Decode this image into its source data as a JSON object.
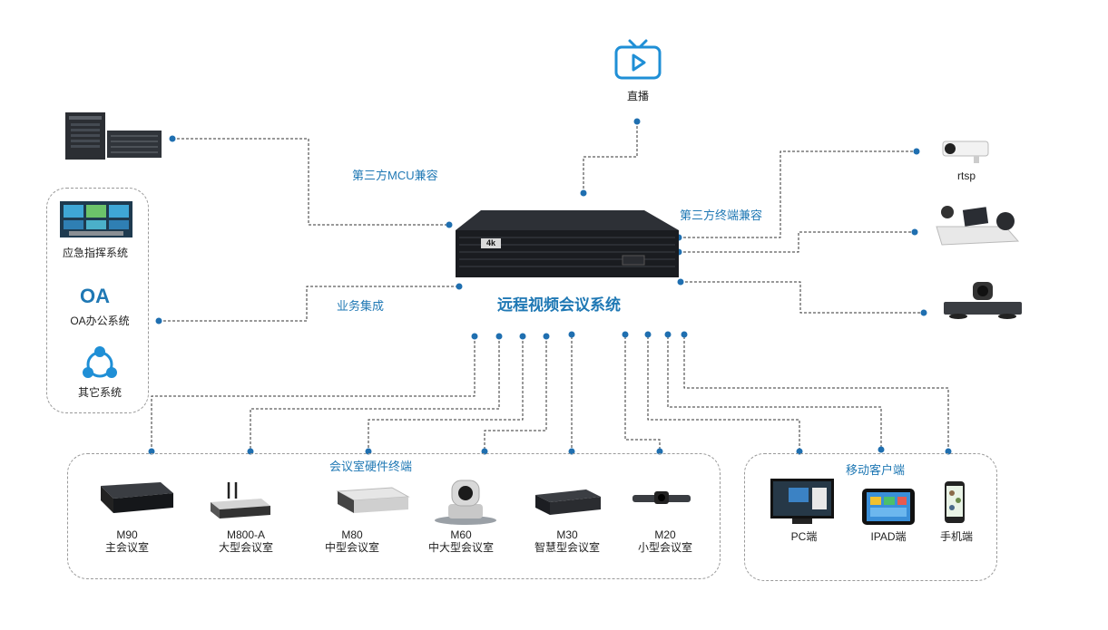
{
  "colors": {
    "accent": "#1f78b4",
    "line": "#333333",
    "box_border": "#9a9a9a"
  },
  "center": {
    "title": "远程视频会议系统",
    "badge": "4k"
  },
  "top": {
    "live_label": "直播"
  },
  "links": {
    "mcu": "第三方MCU兼容",
    "terminal": "第三方终端兼容",
    "business": "业务集成"
  },
  "left_group": {
    "items": [
      {
        "label": "应急指挥系统"
      },
      {
        "label": "OA办公系统",
        "logo_text": "OA"
      },
      {
        "label": "其它系统"
      }
    ]
  },
  "right_devices": {
    "rtsp_label": "rtsp"
  },
  "room_group": {
    "title": "会议室硬件终端",
    "items": [
      {
        "model": "M90",
        "desc": "主会议室"
      },
      {
        "model": "M800-A",
        "desc": "大型会议室"
      },
      {
        "model": "M80",
        "desc": "中型会议室"
      },
      {
        "model": "M60",
        "desc": "中大型会议室"
      },
      {
        "model": "M30",
        "desc": "智慧型会议室"
      },
      {
        "model": "M20",
        "desc": "小型会议室"
      }
    ]
  },
  "mobile_group": {
    "title": "移动客户端",
    "items": [
      {
        "label": "PC端"
      },
      {
        "label": "IPAD端"
      },
      {
        "label": "手机端"
      }
    ]
  }
}
